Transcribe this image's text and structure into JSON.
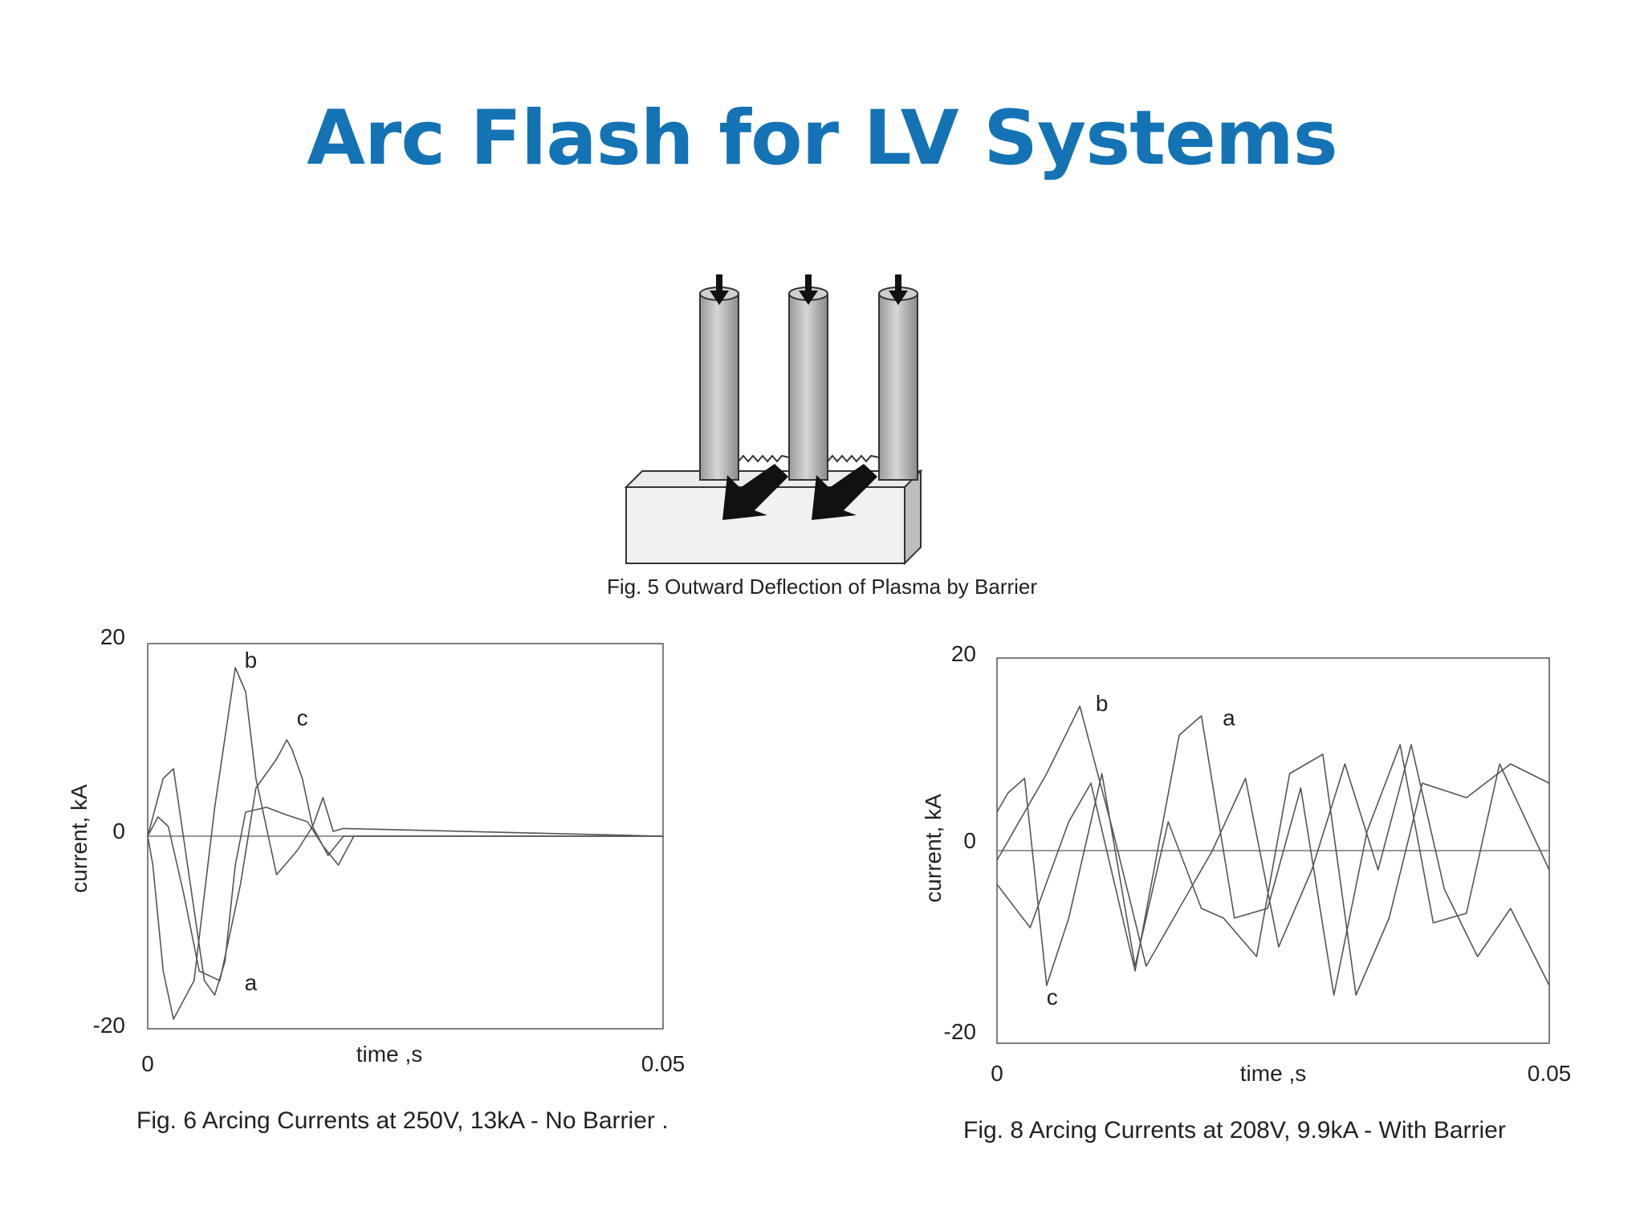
{
  "slide": {
    "title": "Arc Flash for LV Systems"
  },
  "figure5": {
    "caption": "Fig. 5 Outward Deflection of Plasma by Barrier"
  },
  "chart_data": [
    {
      "type": "line",
      "title": "",
      "caption": "Fig. 6 Arcing Currents at 250V, 13kA - No Barrier  .",
      "xlabel": "time ,s",
      "ylabel": "current, kA",
      "xlim": [
        0,
        0.05
      ],
      "ylim": [
        -20,
        20
      ],
      "xticks": [
        "0",
        "0.05"
      ],
      "yticks": [
        "20",
        "0",
        "-20"
      ],
      "grid": false,
      "series": [
        {
          "name": "a",
          "x": [
            0,
            0.0015,
            0.0025,
            0.004,
            0.0055,
            0.0065,
            0.0075,
            0.0085,
            0.0095,
            0.0115,
            0.0135,
            0.0155,
            0.017,
            0.0185,
            0.02,
            0.05
          ],
          "y": [
            0,
            6,
            7,
            -4,
            -15,
            -16.5,
            -13,
            -3,
            2.5,
            3,
            2.2,
            1.5,
            -1,
            -3,
            0,
            0
          ]
        },
        {
          "name": "b",
          "x": [
            0,
            0.0005,
            0.0015,
            0.0025,
            0.0045,
            0.0065,
            0.0085,
            0.0095,
            0.0105,
            0.0125,
            0.0145,
            0.016,
            0.0175,
            0.019,
            0.05
          ],
          "y": [
            0,
            -3,
            -14,
            -19,
            -15,
            3,
            17.5,
            15,
            6,
            -4,
            -1.5,
            1,
            -2,
            0,
            0
          ]
        },
        {
          "name": "c",
          "x": [
            0,
            0.001,
            0.002,
            0.0035,
            0.005,
            0.007,
            0.009,
            0.0105,
            0.0125,
            0.0135,
            0.014,
            0.015,
            0.016,
            0.017,
            0.018,
            0.019,
            0.05
          ],
          "y": [
            0,
            2,
            1,
            -6,
            -14,
            -15,
            -5,
            5,
            8,
            10,
            9,
            6,
            1,
            4,
            0.5,
            0.8,
            0
          ]
        }
      ],
      "labels": [
        {
          "text": "b",
          "x": 0.01,
          "y": 17.5
        },
        {
          "text": "c",
          "x": 0.015,
          "y": 11.5
        },
        {
          "text": "a",
          "x": 0.01,
          "y": -16
        }
      ]
    },
    {
      "type": "line",
      "title": "",
      "caption": "Fig. 8 Arcing Currents at 208V, 9.9kA - With Barrier",
      "xlabel": "time ,s",
      "ylabel": "current, kA",
      "xlim": [
        0,
        0.05
      ],
      "ylim": [
        -20,
        20
      ],
      "xticks": [
        "0",
        "0.05"
      ],
      "yticks": [
        "20",
        "0",
        "-20"
      ],
      "grid": false,
      "series": [
        {
          "name": "a",
          "x": [
            0,
            0.003,
            0.0065,
            0.0085,
            0.0125,
            0.0165,
            0.0185,
            0.0215,
            0.0245,
            0.0275,
            0.0305,
            0.0335,
            0.0365,
            0.0395,
            0.0425,
            0.0455,
            0.05
          ],
          "y": [
            -3.5,
            -8,
            3,
            7,
            -12.5,
            12,
            14,
            -7,
            -6,
            6.5,
            -15,
            2,
            11,
            -7.5,
            -6.5,
            9,
            -2
          ]
        },
        {
          "name": "b",
          "x": [
            0,
            0.0045,
            0.0075,
            0.0105,
            0.0135,
            0.0165,
            0.0195,
            0.0225,
            0.0255,
            0.0285,
            0.0315,
            0.0345,
            0.0375,
            0.0405,
            0.0435,
            0.0465,
            0.05
          ],
          "y": [
            -1,
            8,
            15,
            2,
            -12,
            -6,
            0,
            7.5,
            -10,
            -2,
            9,
            -2,
            11,
            -4,
            -11,
            -6,
            -14
          ]
        },
        {
          "name": "c",
          "x": [
            0,
            0.001,
            0.0025,
            0.0045,
            0.0065,
            0.0095,
            0.0125,
            0.0155,
            0.0185,
            0.0205,
            0.0235,
            0.0265,
            0.0295,
            0.0325,
            0.0355,
            0.0385,
            0.0425,
            0.0465,
            0.05
          ],
          "y": [
            4,
            6,
            7.5,
            -14,
            -7,
            8,
            -12,
            3,
            -6,
            -7,
            -11,
            8,
            10,
            -15,
            -7,
            7,
            5.5,
            9,
            7
          ]
        }
      ],
      "labels": [
        {
          "text": "b",
          "x": 0.0095,
          "y": 14.5
        },
        {
          "text": "a",
          "x": 0.021,
          "y": 13
        },
        {
          "text": "c",
          "x": 0.005,
          "y": -16
        }
      ]
    }
  ]
}
